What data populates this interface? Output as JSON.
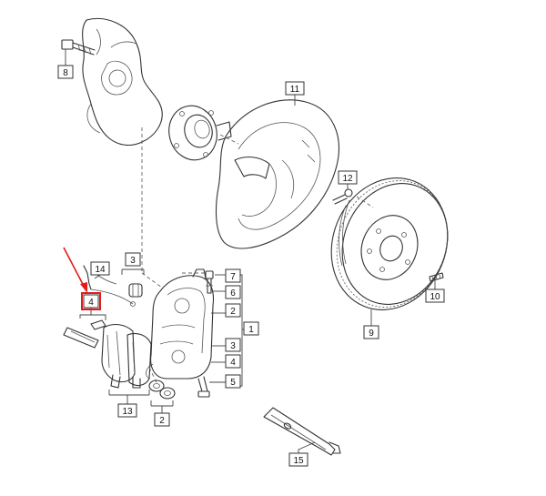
{
  "callouts": {
    "c1": "1",
    "c2a": "2",
    "c2b": "2",
    "c3a": "3",
    "c3b": "3",
    "c4a": "4",
    "c4b": "4",
    "c5": "5",
    "c6": "6",
    "c7": "7",
    "c8": "8",
    "c9": "9",
    "c10": "10",
    "c11": "11",
    "c12": "12",
    "c13": "13",
    "c14": "14",
    "c15": "15"
  },
  "highlight": {
    "target": "4",
    "color": "#e31b1b"
  }
}
